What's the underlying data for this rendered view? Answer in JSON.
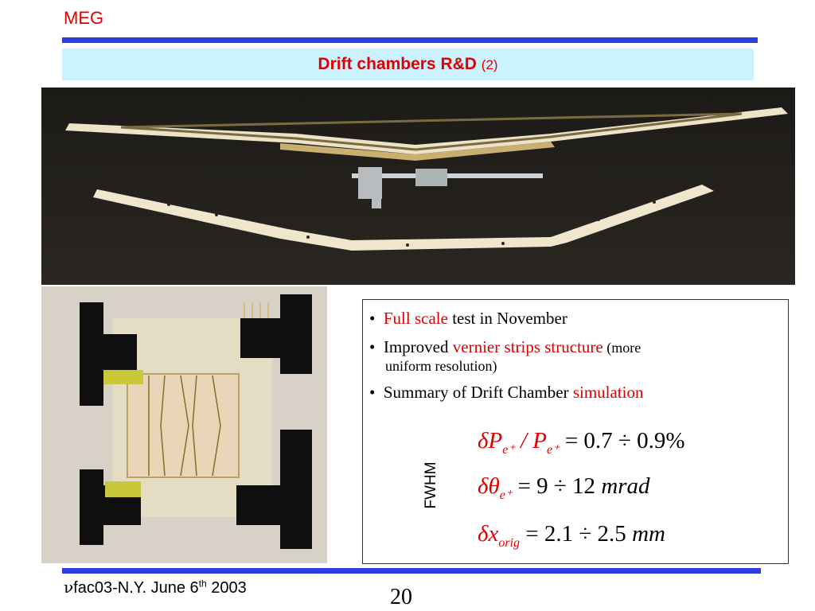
{
  "header": {
    "org": "MEG",
    "title": "Drift chambers R&D",
    "title_suffix": "(2)"
  },
  "bullets": {
    "b1_red": "Full scale",
    "b1_rest": " test in November",
    "b2_pre": "Improved ",
    "b2_red": "vernier strips structure",
    "b2_paren1": " (more",
    "b2_paren2": "uniform resolution)",
    "b3_pre": "Summary of Drift Chamber ",
    "b3_red": "simulation"
  },
  "fwhm_label": "FWHM",
  "formulas": {
    "f1_lhs_a": "δP",
    "f1_sub_a": "e⁺",
    "f1_mid": " / P",
    "f1_sub_b": "e⁺",
    "f1_rhs": " = 0.7 ÷ 0.9%",
    "f2_lhs": "δθ",
    "f2_sub": "e⁺",
    "f2_rhs": " = 9 ÷ 12 ",
    "f2_unit": "mrad",
    "f3_lhs": "δx",
    "f3_sub": "orig",
    "f3_rhs": " = 2.1 ÷ 2.5 ",
    "f3_unit": "mm"
  },
  "footer": {
    "nu": "ν",
    "text": "fac03-N.Y. June 6",
    "sup": "th",
    "year": " 2003"
  },
  "page_number": "20",
  "colors": {
    "accent_red": "#e00000",
    "bar_blue": "#2f3ee0",
    "title_bg": "#ccf2ff"
  }
}
